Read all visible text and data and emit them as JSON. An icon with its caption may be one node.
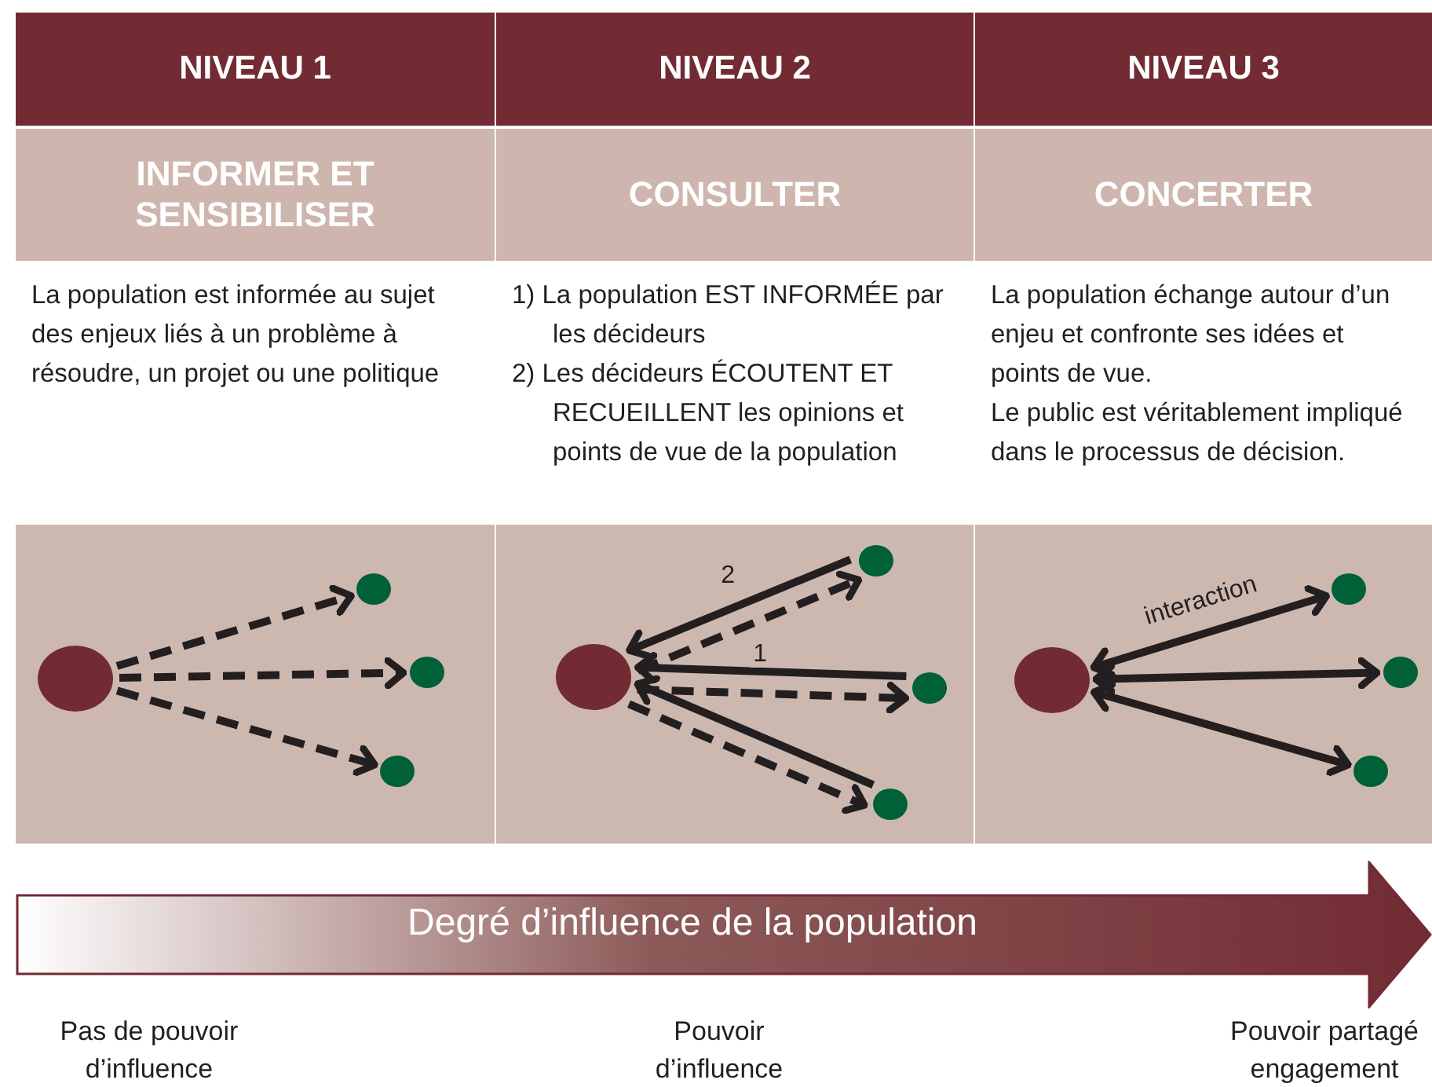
{
  "diagram": {
    "nodes": [
      {
        "text": [
          "NIVEAU 1"
        ]
      },
      {
        "text": [
          "NIVEAU 2"
        ]
      },
      {
        "text": [
          "NIVEAU 3"
        ]
      },
      {
        "text": [
          "INFORMER ET SENSIBILISER"
        ]
      },
      {
        "text": [
          "CONSULTER"
        ]
      },
      {
        "text": [
          "CONCERTER"
        ]
      },
      {
        "text": [
          "La population est informée au sujet des enjeux liés à un problème à résoudre, un projet ou une politique"
        ]
      },
      {
        "text": [
          "1) La population EST INFORMÉE par les décideurs",
          "2) Les décideurs ÉCOUTENT ET RECUEILLENT les opinions et points de vue de la population"
        ]
      },
      {
        "text": [
          "La population échange autour d’un enjeu et confronte ses idées et points de vue.",
          "Le public est véritablement impliqué dans le processus de décision."
        ]
      },
      {
        "text": [],
        "shape": "box"
      },
      {
        "text": [],
        "shape": "circle",
        "in": 9
      },
      {
        "text": [],
        "shape": "circle",
        "in": 9
      },
      {
        "text": [],
        "shape": "circle",
        "in": 9
      },
      {
        "text": [],
        "shape": "circle",
        "in": 9
      },
      {
        "text": [],
        "shape": "box"
      },
      {
        "text": [],
        "shape": "circle",
        "in": 14
      },
      {
        "text": [],
        "shape": "circle",
        "in": 14
      },
      {
        "text": [],
        "shape": "circle",
        "in": 14
      },
      {
        "text": [],
        "shape": "circle",
        "in": 14
      },
      {
        "text": [],
        "shape": "box"
      },
      {
        "text": [],
        "shape": "circle",
        "in": 19
      },
      {
        "text": [],
        "shape": "circle",
        "in": 19
      },
      {
        "text": [],
        "shape": "circle",
        "in": 19
      },
      {
        "text": [],
        "shape": "circle",
        "in": 19
      },
      {
        "text": [
          "Degré d’influence de la population"
        ]
      }
    ],
    "edges": [
      {
        "from": 10,
        "to": 11,
        "arrow": "to",
        "style": "dashed"
      },
      {
        "from": 10,
        "to": 12,
        "arrow": "to",
        "style": "dashed"
      },
      {
        "from": 10,
        "to": 13,
        "arrow": "to",
        "style": "dashed"
      },
      {
        "from": 15,
        "to": 16,
        "arrow": "to",
        "style": "dashed",
        "label": "1"
      },
      {
        "from": 16,
        "to": 15,
        "arrow": "to",
        "label": "2"
      },
      {
        "from": 15,
        "to": 17,
        "arrow": "to",
        "style": "dashed"
      },
      {
        "from": 17,
        "to": 15,
        "arrow": "to"
      },
      {
        "from": 15,
        "to": 18,
        "arrow": "to",
        "style": "dashed"
      },
      {
        "from": 18,
        "to": 15,
        "arrow": "to"
      },
      {
        "from": 20,
        "to": 21,
        "arrow": "both",
        "label": "interaction"
      },
      {
        "from": 20,
        "to": 22,
        "arrow": "both"
      },
      {
        "from": 20,
        "to": 23,
        "arrow": "both"
      }
    ],
    "labels": [
      "Pas de pouvoir d’influence",
      "Pouvoir d’influence",
      "Pouvoir partagé engagement"
    ]
  }
}
